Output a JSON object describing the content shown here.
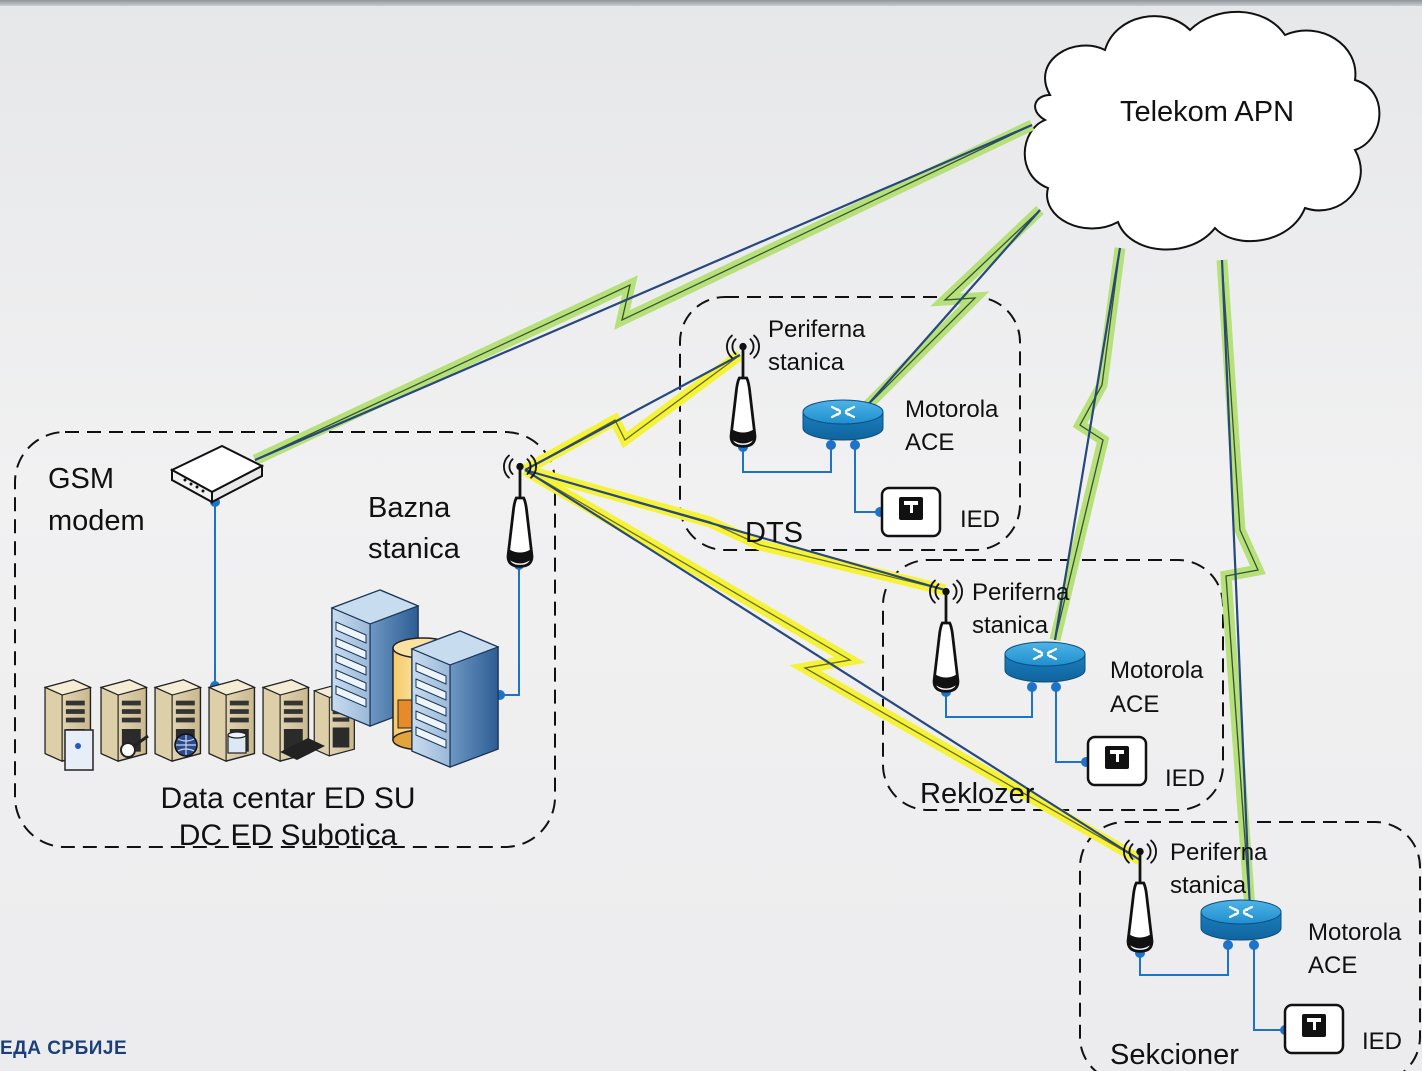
{
  "cloud": {
    "label": "Telekom APN"
  },
  "datacenter": {
    "gsm_label_1": "GSM",
    "gsm_label_2": "modem",
    "base_label_1": "Bazna",
    "base_label_2": "stanica",
    "dc_label_1": "Data centar ED SU",
    "dc_label_2": "DC ED Subotica"
  },
  "sites": [
    {
      "name": "DTS",
      "peri_1": "Periferna",
      "peri_2": "stanica",
      "router_1": "Motorola",
      "router_2": "ACE",
      "ied": "IED"
    },
    {
      "name": "Reklozer",
      "peri_1": "Periferna",
      "peri_2": "stanica",
      "router_1": "Motorola",
      "router_2": "ACE",
      "ied": "IED"
    },
    {
      "name": "Sekcioner",
      "peri_1": "Periferna",
      "peri_2": "stanica",
      "router_1": "Motorola",
      "router_2": "ACE",
      "ied": "IED"
    }
  ],
  "footer": {
    "logo_text": "ЕДА СРБИЈЕ"
  },
  "colors": {
    "link_green": "#b5e07a",
    "link_yellow": "#f4f33a",
    "link_blue": "#27477f",
    "wire": "#1d72c9"
  }
}
